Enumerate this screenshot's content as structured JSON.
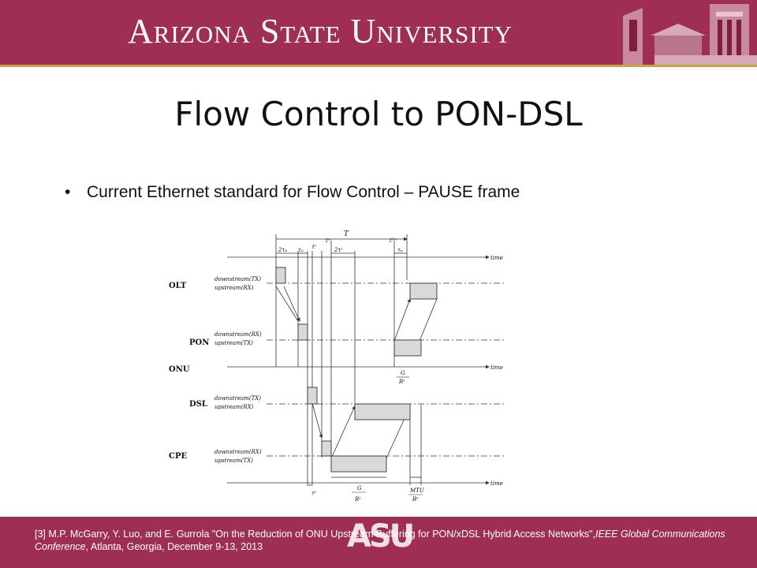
{
  "header": {
    "university": "Arizona State University"
  },
  "slide": {
    "title": "Flow Control to PON-DSL",
    "bullet": "Current Ethernet standard for Flow Control – PAUSE frame"
  },
  "diagram": {
    "rows": [
      {
        "name": "OLT",
        "lines": [
          "downstream(TX)",
          "upstream(RX)"
        ]
      },
      {
        "name": "PON",
        "lines": [
          "downstream(RX)",
          "upstream(TX)"
        ]
      },
      {
        "name": "ONU",
        "lines": []
      },
      {
        "name": "DSL",
        "lines": [
          "downstream(TX)",
          "upstream(RX)"
        ]
      },
      {
        "name": "CPE",
        "lines": [
          "downstream(RX)",
          "upstream(TX)"
        ]
      }
    ],
    "time_label": "time",
    "top_labels": {
      "T": "T",
      "two_tau_p": "2τₚ",
      "tau_p": "τₚ",
      "t_c": "tᶜ",
      "t_w": "tʷ",
      "two_tau_c": "2τᶜ",
      "t_on": "tᴼⁿ",
      "tau_p2": "τₚ"
    },
    "bottom_labels": {
      "tau_c": "τᶜ",
      "G": "G",
      "Rs": "Rˢ",
      "MTU": "MTU"
    }
  },
  "footer": {
    "citation_prefix": "[3] M.P. McGarry, Y. Luo, and E. Gurrola \"On the Reduction of ONU Upstream Buffering for PON/xDSL Hybrid Access Networks\",",
    "citation_venue": "IEEE Global Communications Conference",
    "citation_suffix": ", Atlanta, Georgia, December 9-13, 2013",
    "logo": "ASU"
  }
}
